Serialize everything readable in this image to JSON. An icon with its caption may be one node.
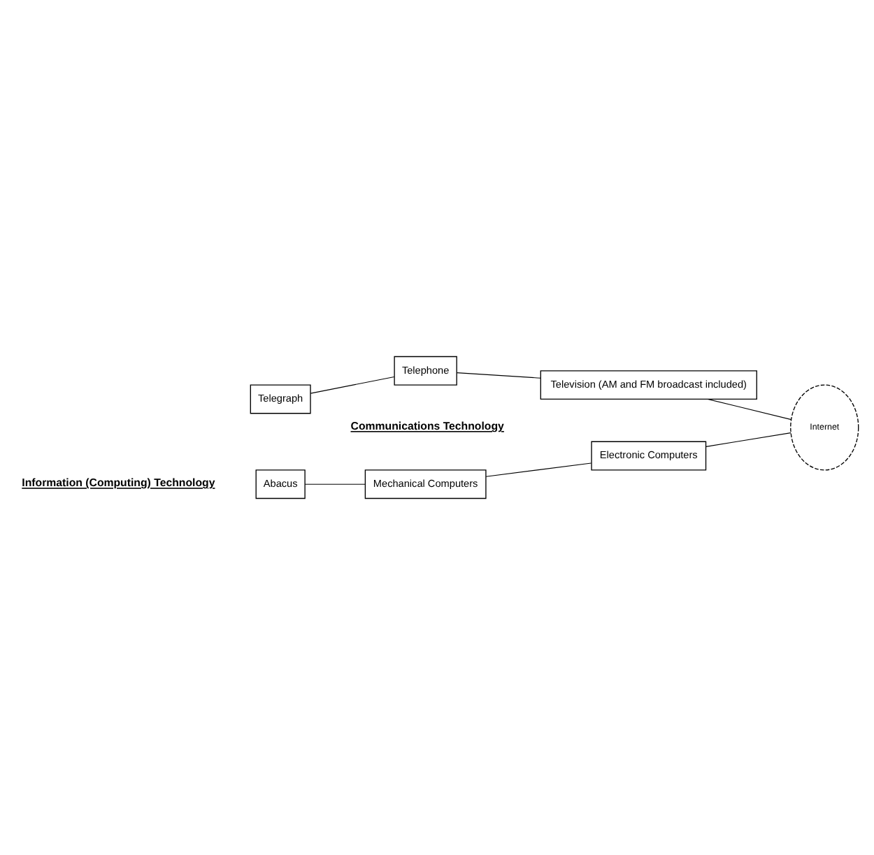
{
  "diagram": {
    "nodes": [
      {
        "text": [
          "Abacus"
        ]
      },
      {
        "text": [
          "Mechanical Computers"
        ]
      },
      {
        "text": [
          "Electronic Computers"
        ]
      },
      {
        "text": [
          "Internet"
        ]
      },
      {
        "text": [
          "Television (AM and FM broadcast included)"
        ]
      },
      {
        "text": [
          "Telephone"
        ]
      },
      {
        "text": [
          "Telegraph"
        ]
      }
    ],
    "edges": [
      {
        "from": 0,
        "to": 1,
        "arrow": "none"
      },
      {
        "from": 1,
        "to": 2,
        "arrow": "none"
      },
      {
        "from": 2,
        "to": 3,
        "arrow": "none"
      },
      {
        "from": 6,
        "to": 5,
        "arrow": "none"
      },
      {
        "from": 5,
        "to": 4,
        "arrow": "none"
      },
      {
        "from": 4,
        "to": 3,
        "arrow": "none"
      }
    ],
    "labels": [
      "Information (Computing) Technology",
      "Communications Technology"
    ]
  }
}
